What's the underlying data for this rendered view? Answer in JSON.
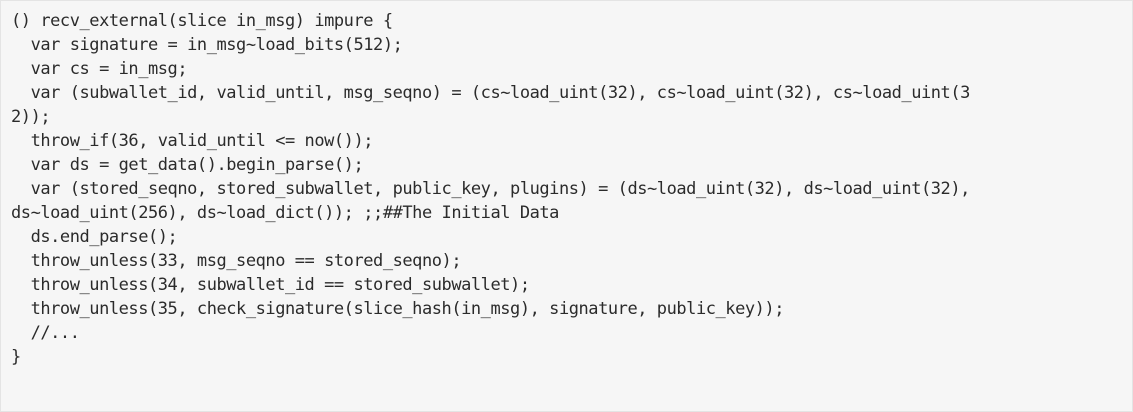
{
  "code": {
    "lines": [
      "() recv_external(slice in_msg) impure {",
      "  var signature = in_msg~load_bits(512);",
      "  var cs = in_msg;",
      "  var (subwallet_id, valid_until, msg_seqno) = (cs~load_uint(32), cs~load_uint(32), cs~load_uint(3",
      "2));",
      "  throw_if(36, valid_until <= now());",
      "  var ds = get_data().begin_parse();",
      "  var (stored_seqno, stored_subwallet, public_key, plugins) = (ds~load_uint(32), ds~load_uint(32),",
      "ds~load_uint(256), ds~load_dict()); ;;##The Initial Data",
      "  ds.end_parse();",
      "  throw_unless(33, msg_seqno == stored_seqno);",
      "  throw_unless(34, subwallet_id == stored_subwallet);",
      "  throw_unless(35, check_signature(slice_hash(in_msg), signature, public_key));",
      "  //...",
      "}"
    ]
  }
}
